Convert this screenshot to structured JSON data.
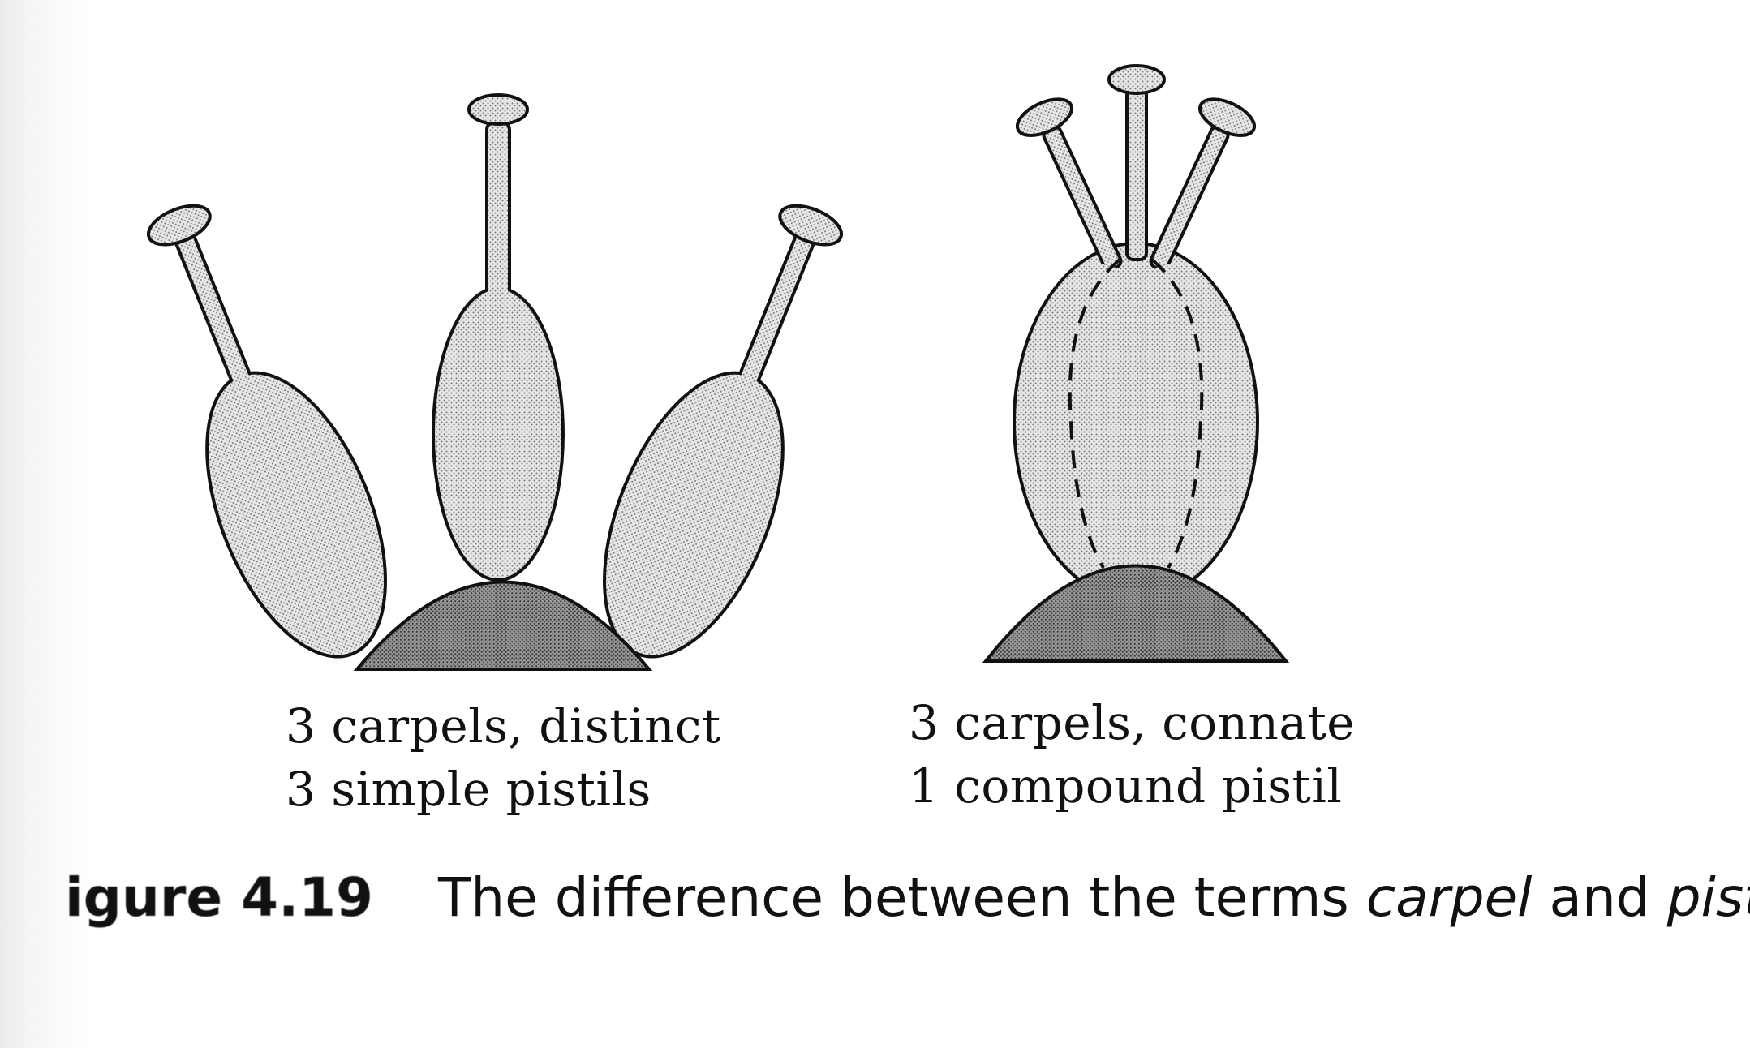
{
  "left_panel": {
    "line1": "3 carpels, distinct",
    "line2": "3 simple pistils"
  },
  "right_panel": {
    "line1": "3 carpels, connate",
    "line2": "1 compound pistil"
  },
  "caption": {
    "figure_number": "igure 4.19",
    "text_before": "The difference between the terms ",
    "term1": "carpel",
    "text_middle": " and ",
    "term2": "pistil",
    "text_end": "."
  },
  "colors": {
    "carpel_fill": "#dcdcdc",
    "receptacle_fill": "#8a8a8a",
    "outline": "#111111"
  }
}
